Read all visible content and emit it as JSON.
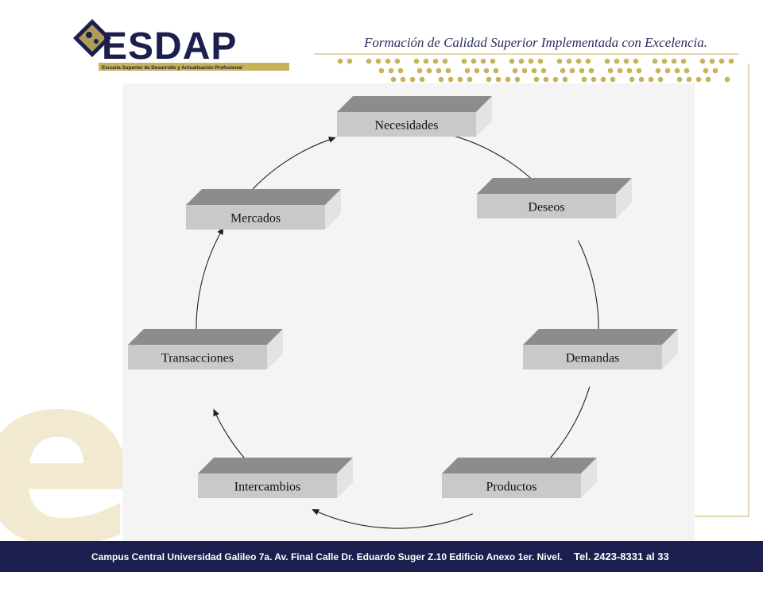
{
  "header": {
    "logo": {
      "wordmark": "ESDAP",
      "subtitle": "Escuela Superior de Desarrollo y Actualización Profesional"
    },
    "tagline": "Formación de Calidad Superior Implementada con Excelencia."
  },
  "background_letter": "e",
  "diagram": {
    "nodes": [
      {
        "id": "necesidades",
        "label": "Necesidades"
      },
      {
        "id": "deseos",
        "label": "Deseos"
      },
      {
        "id": "demandas",
        "label": "Demandas"
      },
      {
        "id": "productos",
        "label": "Productos"
      },
      {
        "id": "intercambios",
        "label": "Intercambios"
      },
      {
        "id": "transacciones",
        "label": "Transacciones"
      },
      {
        "id": "mercados",
        "label": "Mercados"
      }
    ],
    "flow": [
      "necesidades",
      "deseos",
      "demandas",
      "productos",
      "intercambios",
      "transacciones",
      "mercados",
      "necesidades"
    ]
  },
  "footer": {
    "address": "Campus Central Universidad Galileo 7a. Av. Final Calle Dr. Eduardo Suger Z.10 Edificio Anexo 1er. Nivel.",
    "phone": "Tel. 2423-8331 al 33"
  },
  "colors": {
    "navy": "#1c1f4e",
    "gold": "#c8b35a",
    "box_face": "#c9c9c9",
    "box_top": "#8c8c8c",
    "box_side": "#e3e3e3",
    "panel": "#f4f4f4"
  }
}
